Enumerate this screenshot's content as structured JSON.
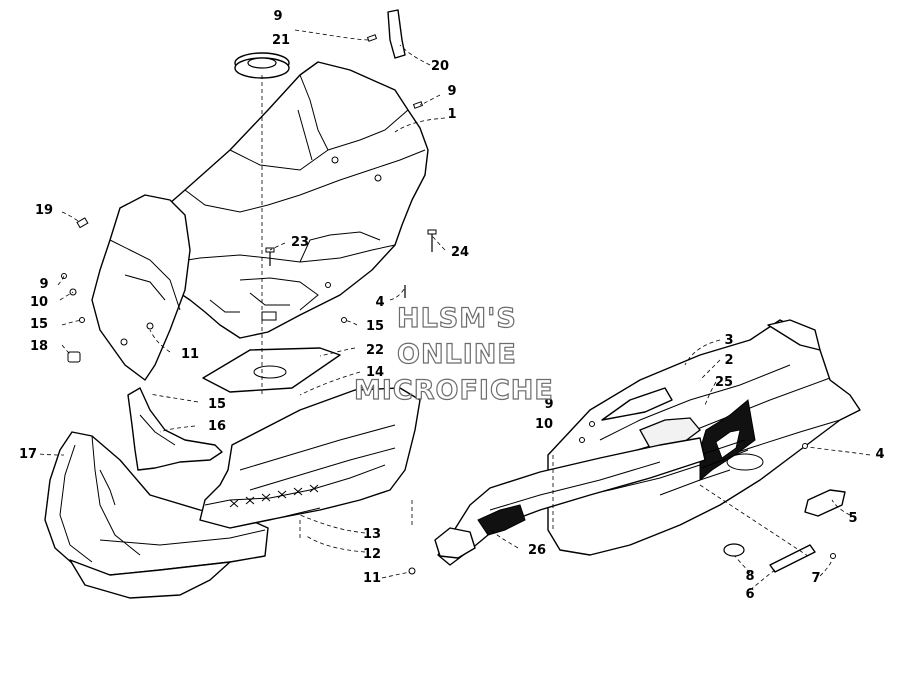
{
  "watermark": {
    "line1": "HLSM'S",
    "line2": "ONLINE",
    "line3": "MICROFICHE"
  },
  "callouts": {
    "c1": "1",
    "c2": "2",
    "c3": "3",
    "c4a": "4",
    "c4b": "4",
    "c5": "5",
    "c6": "6",
    "c7": "7",
    "c8": "8",
    "c9a": "9",
    "c9b": "9",
    "c9c": "9",
    "c9d": "9",
    "c10a": "10",
    "c10b": "10",
    "c11a": "11",
    "c11b": "11",
    "c12": "12",
    "c13": "13",
    "c14": "14",
    "c15a": "15",
    "c15b": "15",
    "c15c": "15",
    "c16": "16",
    "c17": "17",
    "c18": "18",
    "c19": "19",
    "c20": "20",
    "c21": "21",
    "c22": "22",
    "c23": "23",
    "c24": "24",
    "c25": "25",
    "c26": "26"
  },
  "colors": {
    "line": "#000000",
    "watermark_outline": "#6c6c6c",
    "background": "#ffffff"
  }
}
